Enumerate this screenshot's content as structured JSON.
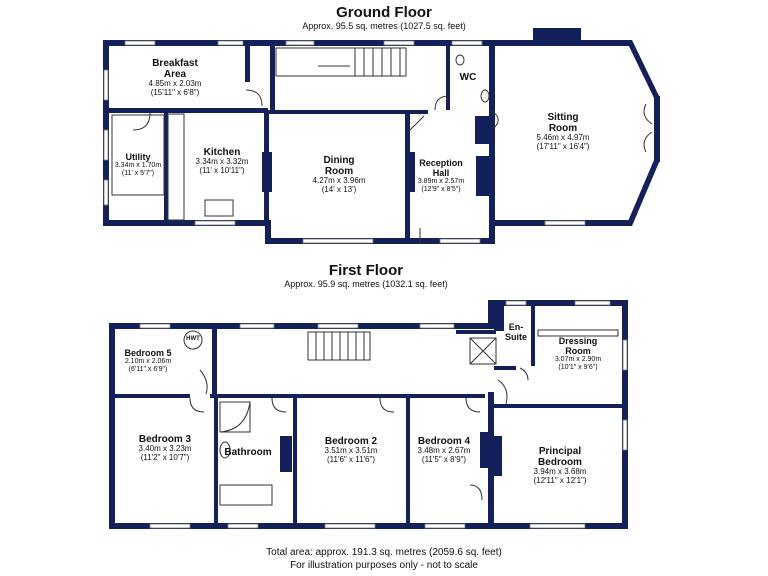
{
  "ground_floor": {
    "title": "Ground Floor",
    "area": "Approx. 95.5 sq. metres (1027.5 sq. feet)",
    "rooms": [
      {
        "key": "breakfast",
        "name": "Breakfast Area",
        "metric": "4.85m x 2.03m",
        "imperial": "(15'11\" x 6'8\")"
      },
      {
        "key": "kitchen",
        "name": "Kitchen",
        "metric": "3.34m x 3.32m",
        "imperial": "(11' x 10'11\")"
      },
      {
        "key": "utility",
        "name": "Utility",
        "metric": "3.34m x 1.70m",
        "imperial": "(11' x 5'7\")"
      },
      {
        "key": "dining",
        "name": "Dining Room",
        "metric": "4.27m x 3.96m",
        "imperial": "(14' x 13')"
      },
      {
        "key": "reception",
        "name": "Reception Hall",
        "metric": "3.89m x 2.57m",
        "imperial": "(12'9\" x 8'5\")"
      },
      {
        "key": "wc",
        "name": "WC",
        "metric": "",
        "imperial": ""
      },
      {
        "key": "sitting",
        "name": "Sitting Room",
        "metric": "5.46m x 4.97m",
        "imperial": "(17'11\" x 16'4\")"
      }
    ]
  },
  "first_floor": {
    "title": "First Floor",
    "area": "Approx. 95.9 sq. metres (1032.1 sq. feet)",
    "hwt_label": "HWT",
    "rooms": [
      {
        "key": "bed5",
        "name": "Bedroom 5",
        "metric": "2.10m x 2.06m",
        "imperial": "(6'11\" x 6'9\")"
      },
      {
        "key": "bed3",
        "name": "Bedroom 3",
        "metric": "3.40m x 3.23m",
        "imperial": "(11'2\" x 10'7\")"
      },
      {
        "key": "bathroom",
        "name": "Bathroom",
        "metric": "",
        "imperial": ""
      },
      {
        "key": "bed2",
        "name": "Bedroom 2",
        "metric": "3.51m x 3.51m",
        "imperial": "(11'6\" x 11'6\")"
      },
      {
        "key": "bed4",
        "name": "Bedroom 4",
        "metric": "3.48m x 2.67m",
        "imperial": "(11'5\" x 8'9\")"
      },
      {
        "key": "ensuite",
        "name": "En-Suite",
        "metric": "",
        "imperial": ""
      },
      {
        "key": "dressing",
        "name": "Dressing Room",
        "metric": "3.07m x 2.90m",
        "imperial": "(10'1\" x 9'6\")"
      },
      {
        "key": "principal",
        "name": "Principal Bedroom",
        "metric": "3.94m x 3.68m",
        "imperial": "(12'11\" x 12'1\")"
      }
    ]
  },
  "footer": {
    "total": "Total area: approx. 191.3 sq. metres (2059.6 sq. feet)",
    "disclaimer": "For illustration purposes only - not to scale"
  },
  "colors": {
    "wall": "#13205a",
    "background": "#ffffff"
  }
}
